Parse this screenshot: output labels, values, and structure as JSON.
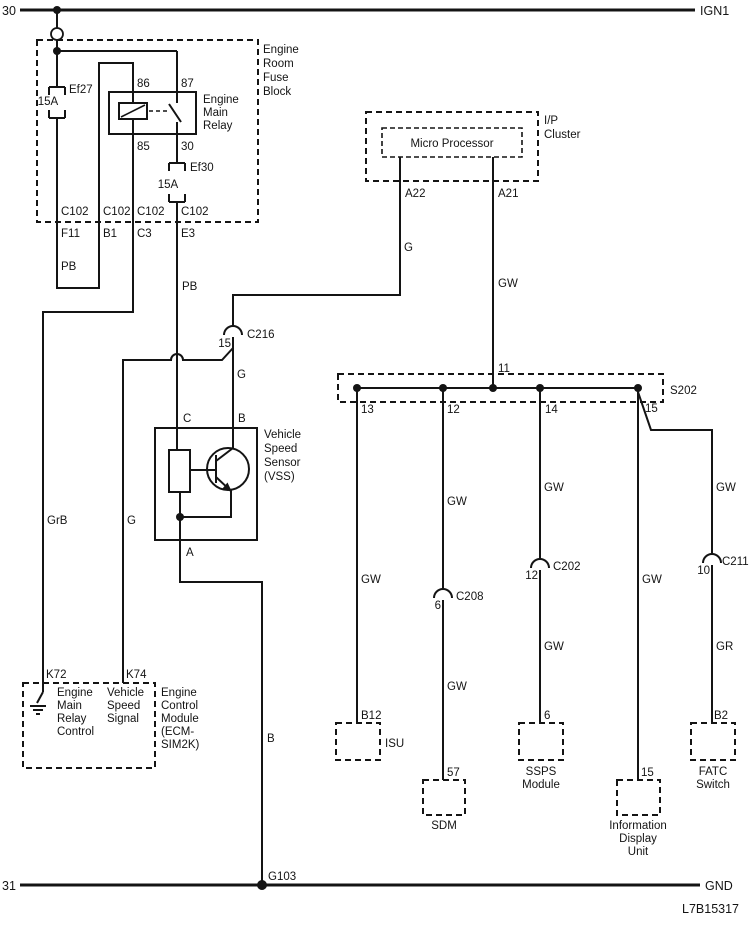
{
  "drawing_code": "L7B15317",
  "rails": {
    "top_left": "30",
    "top_right": "IGN1",
    "bottom_left": "31",
    "bottom_right": "GND",
    "ground_name": "G103"
  },
  "fuse_block": {
    "title": [
      "Engine",
      "Room",
      "Fuse",
      "Block"
    ],
    "ef27": {
      "name": "Ef27",
      "rating": "15A"
    },
    "ef30": {
      "name": "Ef30",
      "rating": "15A"
    },
    "relay": {
      "title": [
        "Engine",
        "Main",
        "Relay"
      ],
      "pin86": "86",
      "pin87": "87",
      "pin85": "85",
      "pin30": "30"
    },
    "c102": {
      "name": "C102",
      "pins": [
        "F11",
        "B1",
        "C3",
        "E3"
      ]
    }
  },
  "wires": {
    "pb_loop": "PB",
    "pb_feed": "PB",
    "grb": "GrB",
    "g_vss_feed": "G",
    "g_ecm": "G",
    "g_cluster": "G",
    "gw_cluster": "GW",
    "gw_col1": "GW",
    "gw_col2_up": "GW",
    "gw_col2_dn": "GW",
    "gw_col3_up": "GW",
    "gw_col3_dn": "GW",
    "gw_col4": "GW",
    "gw_col5": "GW",
    "gr_col5": "GR",
    "b_ground": "B"
  },
  "cluster": {
    "title": [
      "I/P",
      "Cluster"
    ],
    "processor": "Micro Processor",
    "pin_a22": "A22",
    "pin_a21": "A21"
  },
  "c216": {
    "pin": "15",
    "name": "C216"
  },
  "vss": {
    "title": [
      "Vehicle",
      "Speed",
      "Sensor",
      "(VSS)"
    ],
    "pin_c": "C",
    "pin_b": "B",
    "pin_a": "A"
  },
  "ecm": {
    "pin_k72": "K72",
    "pin_k74": "K74",
    "k72_fn": [
      "Engine",
      "Main",
      "Relay",
      "Control"
    ],
    "k74_fn": [
      "Vehicle",
      "Speed",
      "Signal"
    ],
    "title": [
      "Engine",
      "Control",
      "Module",
      "(ECM-",
      "SIM2K)"
    ]
  },
  "s202": {
    "name": "S202",
    "pin_in": "11",
    "pin13": "13",
    "pin12": "12",
    "pin14": "14",
    "pin15": "15"
  },
  "c208": {
    "pin": "6",
    "name": "C208"
  },
  "c202": {
    "pin": "12",
    "name": "C202"
  },
  "c211": {
    "pin": "10",
    "name": "C211"
  },
  "modules": {
    "isu": {
      "pin": "B12",
      "name": "ISU"
    },
    "sdm": {
      "pin": "57",
      "name": "SDM"
    },
    "ssps": {
      "pin": "6",
      "name": [
        "SSPS",
        "Module"
      ]
    },
    "idu": {
      "pin": "15",
      "name": [
        "Information",
        "Display",
        "Unit"
      ]
    },
    "fatc": {
      "pin": "B2",
      "name": [
        "FATC",
        "Switch"
      ]
    }
  }
}
